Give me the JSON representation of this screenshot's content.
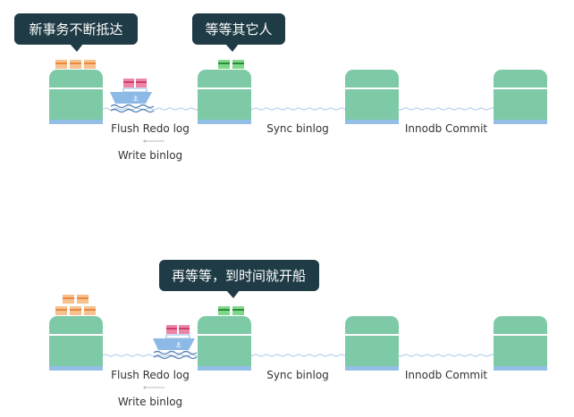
{
  "colors": {
    "station": "#7ecaa7",
    "station_base": "#93bfe6",
    "bubble": "#1f3b45",
    "bubble_text": "#ffffff",
    "wave": "#a9c8e6",
    "label": "#333333",
    "boat_hull": "#8db9e6",
    "cargo_pink": "#e66b93",
    "cargo_orange": "#f4b072",
    "cargo_green": "#60c56d"
  },
  "panels": [
    {
      "bubbles": [
        "新事务不断抵达",
        "等等其它人"
      ],
      "stage_labels": [
        "Flush Redo log",
        "Sync binlog",
        "Innodb Commit"
      ],
      "sub_label": "Write binlog"
    },
    {
      "bubbles": [
        "再等等，到时间就开船"
      ],
      "stage_labels": [
        "Flush Redo log",
        "Sync binlog",
        "Innodb Commit"
      ],
      "sub_label": "Write binlog"
    }
  ]
}
